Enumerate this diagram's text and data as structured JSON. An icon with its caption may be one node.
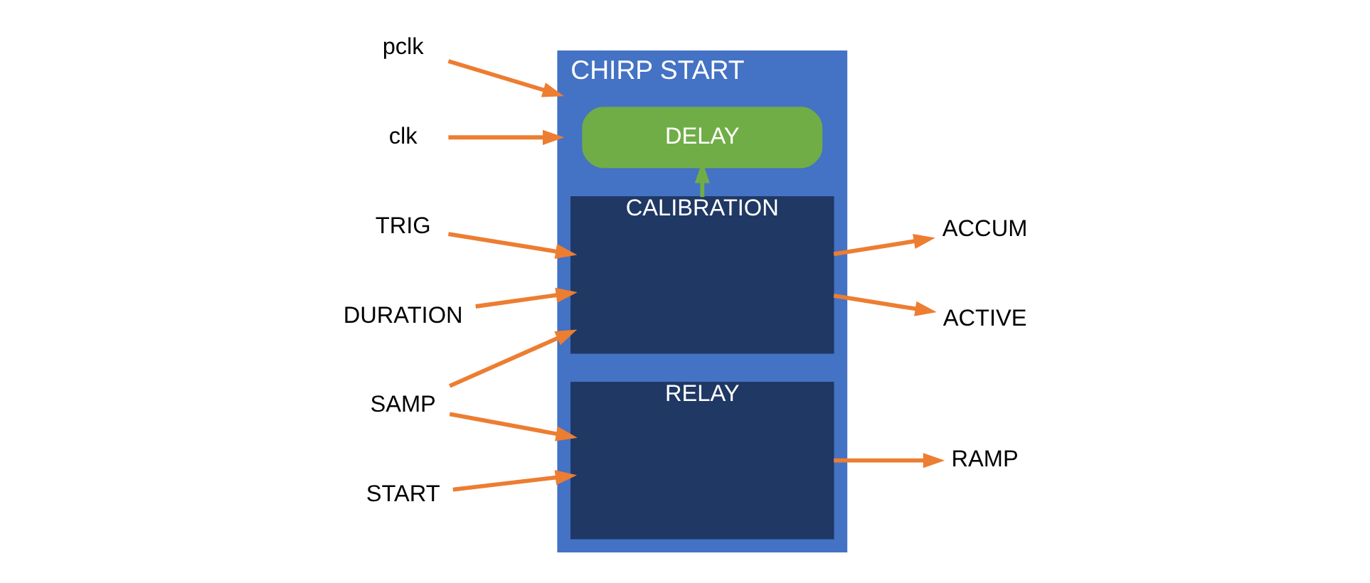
{
  "diagram": {
    "nodes": [
      {
        "text": [
          "CHIRP START"
        ]
      },
      {
        "text": [
          "pclk"
        ]
      },
      {
        "text": [
          "clk"
        ]
      },
      {
        "text": [
          "TRIG"
        ]
      },
      {
        "text": [
          "DURATION"
        ]
      },
      {
        "text": [
          "SAMP"
        ]
      },
      {
        "text": [
          "START"
        ]
      },
      {
        "text": [
          "DELAY"
        ],
        "in": 0
      },
      {
        "text": [
          "CALIBRATION"
        ],
        "in": 0
      },
      {
        "text": [
          "RELAY"
        ],
        "in": 0
      },
      {
        "text": [
          "ACCUM"
        ]
      },
      {
        "text": [
          "ACTIVE"
        ]
      },
      {
        "text": [
          "RAMP"
        ]
      }
    ],
    "edges": [
      {
        "from": 1,
        "to": 0,
        "arrow": "to"
      },
      {
        "from": 2,
        "to": 0,
        "arrow": "to"
      },
      {
        "from": 3,
        "to": 8,
        "arrow": "to"
      },
      {
        "from": 4,
        "to": 8,
        "arrow": "to"
      },
      {
        "from": 5,
        "to": 8,
        "arrow": "to"
      },
      {
        "from": 5,
        "to": 9,
        "arrow": "to"
      },
      {
        "from": 6,
        "to": 9,
        "arrow": "to"
      },
      {
        "from": 8,
        "to": 7,
        "arrow": "to",
        "color": "#70ad47"
      },
      {
        "from": 8,
        "to": 10,
        "arrow": "to"
      },
      {
        "from": 8,
        "to": 11,
        "arrow": "to"
      },
      {
        "from": 9,
        "to": 12,
        "arrow": "to"
      }
    ]
  }
}
